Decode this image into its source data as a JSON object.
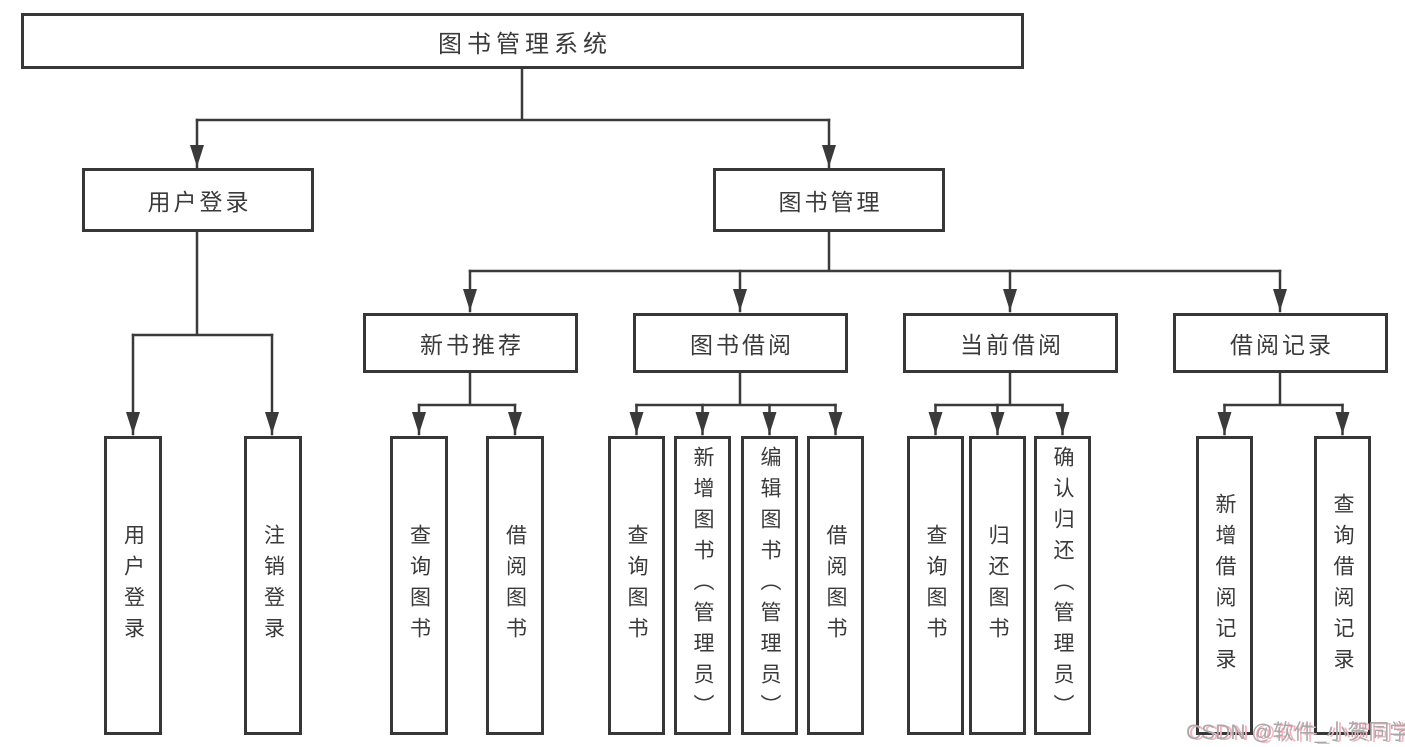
{
  "tree": {
    "root": "图书管理系统",
    "branches": [
      {
        "label": "用户登录",
        "children": [
          "用户登录",
          "注销登录"
        ]
      },
      {
        "label": "图书管理",
        "groups": [
          {
            "label": "新书推荐",
            "children": [
              "查询图书",
              "借阅图书"
            ]
          },
          {
            "label": "图书借阅",
            "children": [
              "查询图书",
              "新增图书（管理员）",
              "编辑图书（管理员）",
              "借阅图书"
            ]
          },
          {
            "label": "当前借阅",
            "children": [
              "查询图书",
              "归还图书",
              "确认归还（管理员）"
            ]
          },
          {
            "label": "借阅记录",
            "children": [
              "新增借阅记录",
              "查询借阅记录"
            ]
          }
        ]
      }
    ]
  },
  "watermark": "CSDN @软件_小贺同学",
  "colors": {
    "line": "#3a3a3a",
    "border": "#373737",
    "text": "#3a3a3a",
    "background": "#ffffff",
    "watermark_gray": "#a9a9a9",
    "watermark_pink": "#f7b1be"
  }
}
